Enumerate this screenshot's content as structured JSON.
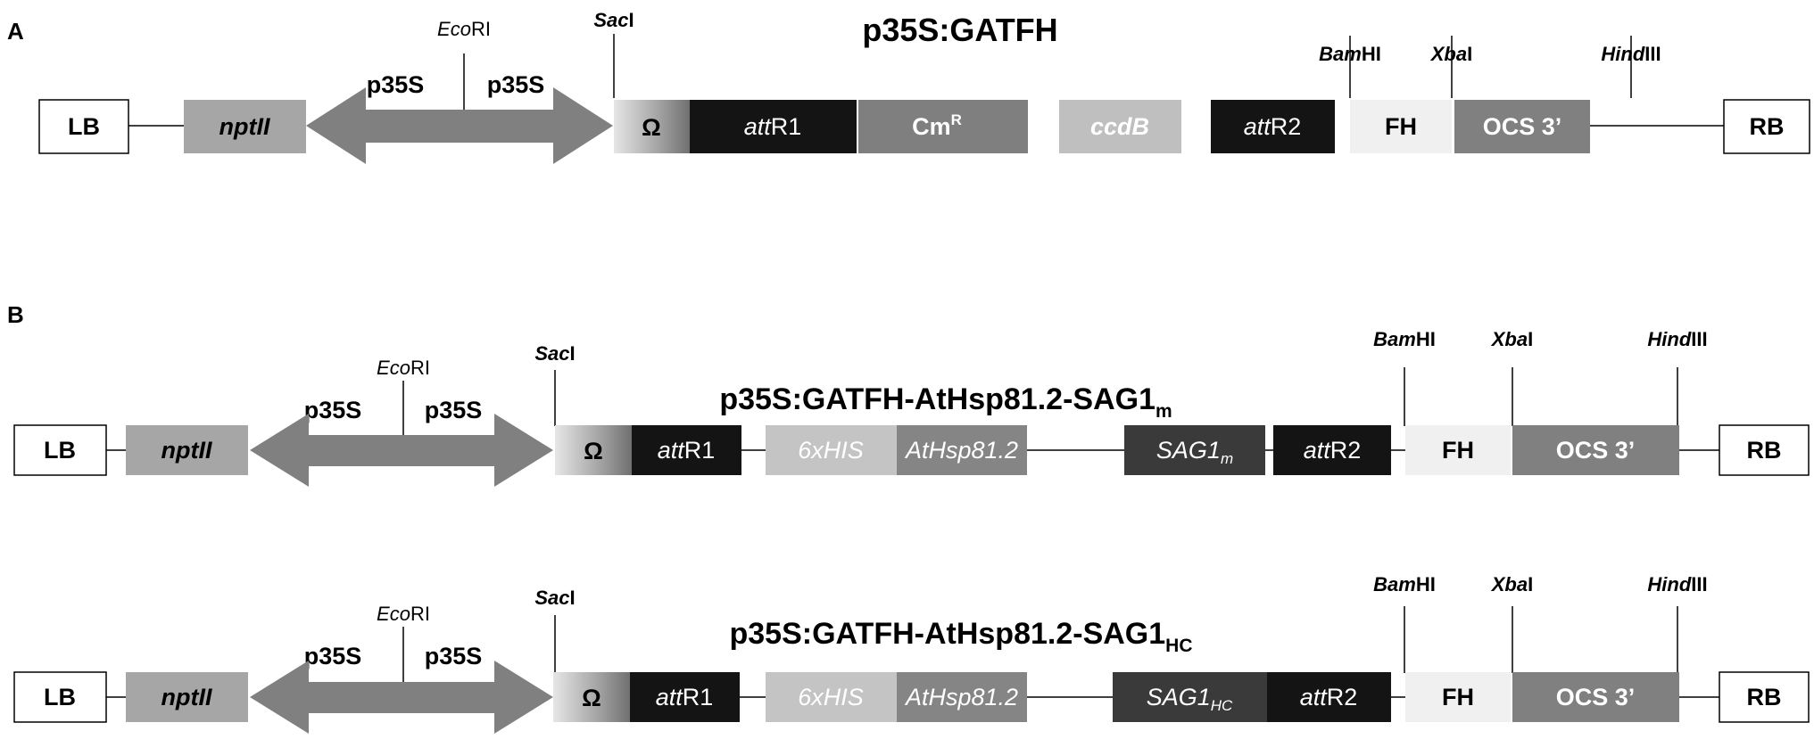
{
  "panel_a": {
    "label": "A",
    "title": "p35S:GATFH",
    "lb": "LB",
    "rb": "RB",
    "nptii": "nptII",
    "p35s_left": "p35S",
    "p35s_right": "p35S",
    "omega": "Ω",
    "att_prefix": "att",
    "attr1_suffix": "R1",
    "attr2_suffix": "R2",
    "cmr_main": "Cm",
    "cmr_sup": "R",
    "ccdb": "ccdB",
    "fh": "FH",
    "ocs": "OCS 3’",
    "sites": {
      "ecori_it": "Eco",
      "ecori_rest": "RI",
      "saci_it": "Sac",
      "saci_rest": "I",
      "bamhi_it": "Bam",
      "bamhi_rest": "HI",
      "xbai_it": "Xba",
      "xbai_rest": "I",
      "hindiii_it": "Hind",
      "hindiii_rest": "III"
    }
  },
  "panel_b": {
    "label": "B",
    "constructs": [
      {
        "title_main": "p35S:GATFH-AtHsp81.2-SAG1",
        "title_sub": "m",
        "lb": "LB",
        "rb": "RB",
        "nptii": "nptII",
        "p35s_left": "p35S",
        "p35s_right": "p35S",
        "omega": "Ω",
        "att_prefix": "att",
        "attr1_suffix": "R1",
        "attr2_suffix": "R2",
        "his": "6xHIS",
        "athsp": "AtHsp81.2",
        "sag_main": "SAG1",
        "sag_sub": "m",
        "fh": "FH",
        "ocs": "OCS 3’",
        "sites": {
          "ecori_it": "Eco",
          "ecori_rest": "RI",
          "saci_it": "Sac",
          "saci_rest": "I",
          "bamhi_it": "Bam",
          "bamhi_rest": "HI",
          "xbai_it": "Xba",
          "xbai_rest": "I",
          "hindiii_it": "Hind",
          "hindiii_rest": "III"
        }
      },
      {
        "title_main": "p35S:GATFH-AtHsp81.2-SAG1",
        "title_sub": "HC",
        "lb": "LB",
        "rb": "RB",
        "nptii": "nptII",
        "p35s_left": "p35S",
        "p35s_right": "p35S",
        "omega": "Ω",
        "att_prefix": "att",
        "attr1_suffix": "R1",
        "attr2_suffix": "R2",
        "his": "6xHIS",
        "athsp": "AtHsp81.2",
        "sag_main": "SAG1",
        "sag_sub": "HC",
        "fh": "FH",
        "ocs": "OCS 3’",
        "sites": {
          "ecori_it": "Eco",
          "ecori_rest": "RI",
          "saci_it": "Sac",
          "saci_rest": "I",
          "bamhi_it": "Bam",
          "bamhi_rest": "HI",
          "xbai_it": "Xba",
          "xbai_rest": "I",
          "hindiii_it": "Hind",
          "hindiii_rest": "III"
        }
      }
    ]
  }
}
